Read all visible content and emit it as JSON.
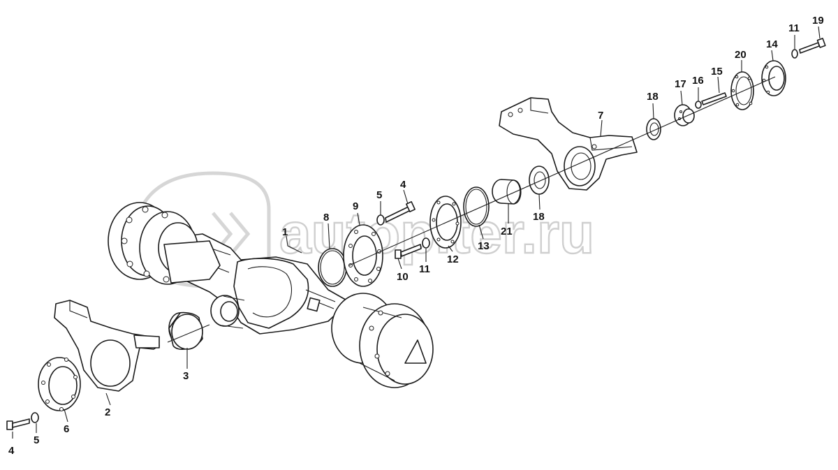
{
  "watermark": {
    "text": "autopiter.ru",
    "logo_icon": "autopiter-logo-icon"
  },
  "callouts": [
    {
      "id": "c1",
      "label": "1"
    },
    {
      "id": "c2",
      "label": "2"
    },
    {
      "id": "c3",
      "label": "3"
    },
    {
      "id": "c4a",
      "label": "4"
    },
    {
      "id": "c4b",
      "label": "4"
    },
    {
      "id": "c5a",
      "label": "5"
    },
    {
      "id": "c5b",
      "label": "5"
    },
    {
      "id": "c6",
      "label": "6"
    },
    {
      "id": "c7",
      "label": "7"
    },
    {
      "id": "c8",
      "label": "8"
    },
    {
      "id": "c9",
      "label": "9"
    },
    {
      "id": "c10",
      "label": "10"
    },
    {
      "id": "c11a",
      "label": "11"
    },
    {
      "id": "c11b",
      "label": "11"
    },
    {
      "id": "c12",
      "label": "12"
    },
    {
      "id": "c13",
      "label": "13"
    },
    {
      "id": "c14",
      "label": "14"
    },
    {
      "id": "c15",
      "label": "15"
    },
    {
      "id": "c16",
      "label": "16"
    },
    {
      "id": "c17",
      "label": "17"
    },
    {
      "id": "c18a",
      "label": "18"
    },
    {
      "id": "c18b",
      "label": "18"
    },
    {
      "id": "c19",
      "label": "19"
    },
    {
      "id": "c20",
      "label": "20"
    },
    {
      "id": "c21",
      "label": "21"
    }
  ],
  "colors": {
    "line": "#1a1a1a",
    "watermark": "#cfcfcf",
    "background": "#ffffff"
  }
}
